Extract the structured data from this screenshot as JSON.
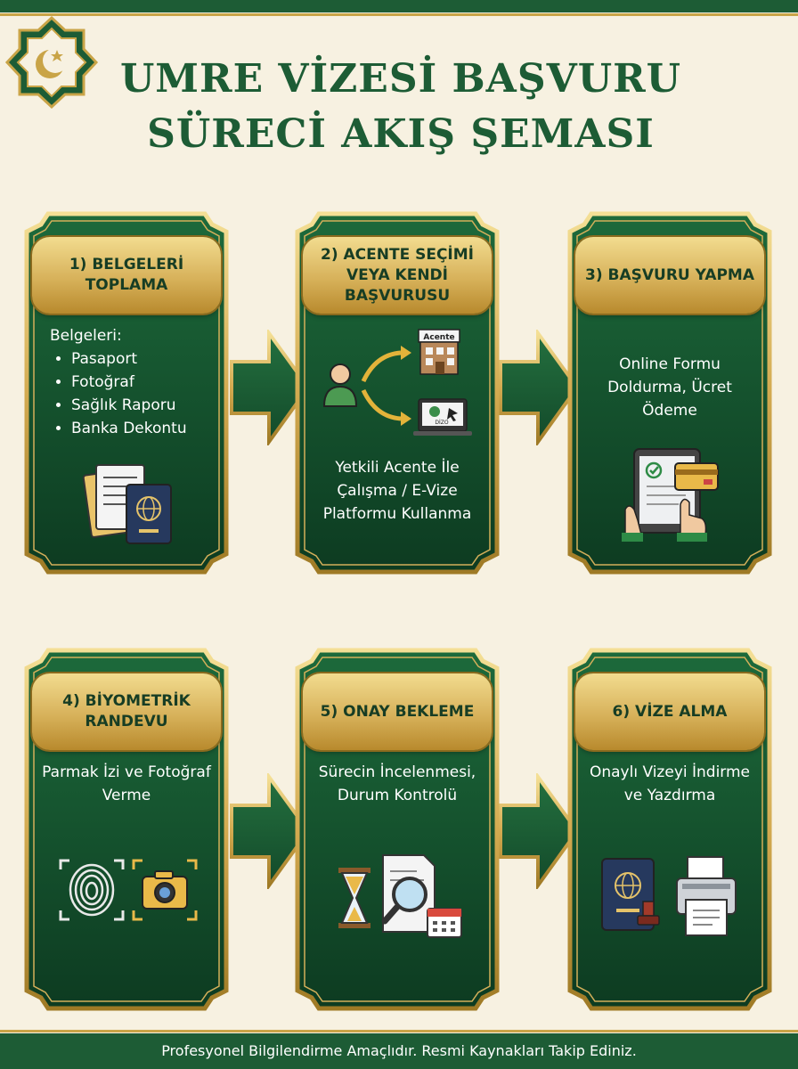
{
  "title": {
    "line1": "UMRE VİZESİ BAŞVURU",
    "line2": "SÜRECİ AKIŞ ŞEMASI"
  },
  "steps": [
    {
      "heading": "1) BELGELERİ TOPLAMA",
      "intro": "Belgeleri:",
      "items": [
        "Pasaport",
        "Fotoğraf",
        "Sağlık Raporu",
        "Banka Dekontu"
      ],
      "icon": "documents-passport-icon"
    },
    {
      "heading": "2) ACENTE SEÇİMİ VEYA KENDİ BAŞVURUSU",
      "agency_label": "Acente",
      "evisa_label": "DİZO",
      "description": "Yetkili Acente İle Çalışma / E-Vize Platformu Kullanma",
      "icon": "person-agency-evisa-icon"
    },
    {
      "heading": "3) BAŞVURU YAPMA",
      "description": "Online Formu Doldurma, Ücret Ödeme",
      "icon": "tablet-payment-icon"
    },
    {
      "heading": "4) BİYOMETRİK RANDEVU",
      "description": "Parmak İzi ve Fotoğraf Verme",
      "icon": "fingerprint-camera-icon"
    },
    {
      "heading": "5) ONAY BEKLEME",
      "description": "Sürecin İncelenmesi, Durum Kontrolü",
      "icon": "hourglass-magnifier-calendar-icon"
    },
    {
      "heading": "6) VİZE ALMA",
      "description": "Onaylı Vizeyi İndirme ve Yazdırma",
      "icon": "passport-printer-icon"
    }
  ],
  "footer": "Profesyonel Bilgilendirme Amaçlıdır. Resmi Kaynakları Takip Ediniz.",
  "colors": {
    "green": "#1d5c35",
    "dark_green": "#0f3d22",
    "gold": "#d4af5a",
    "cream": "#f7f1e1"
  }
}
